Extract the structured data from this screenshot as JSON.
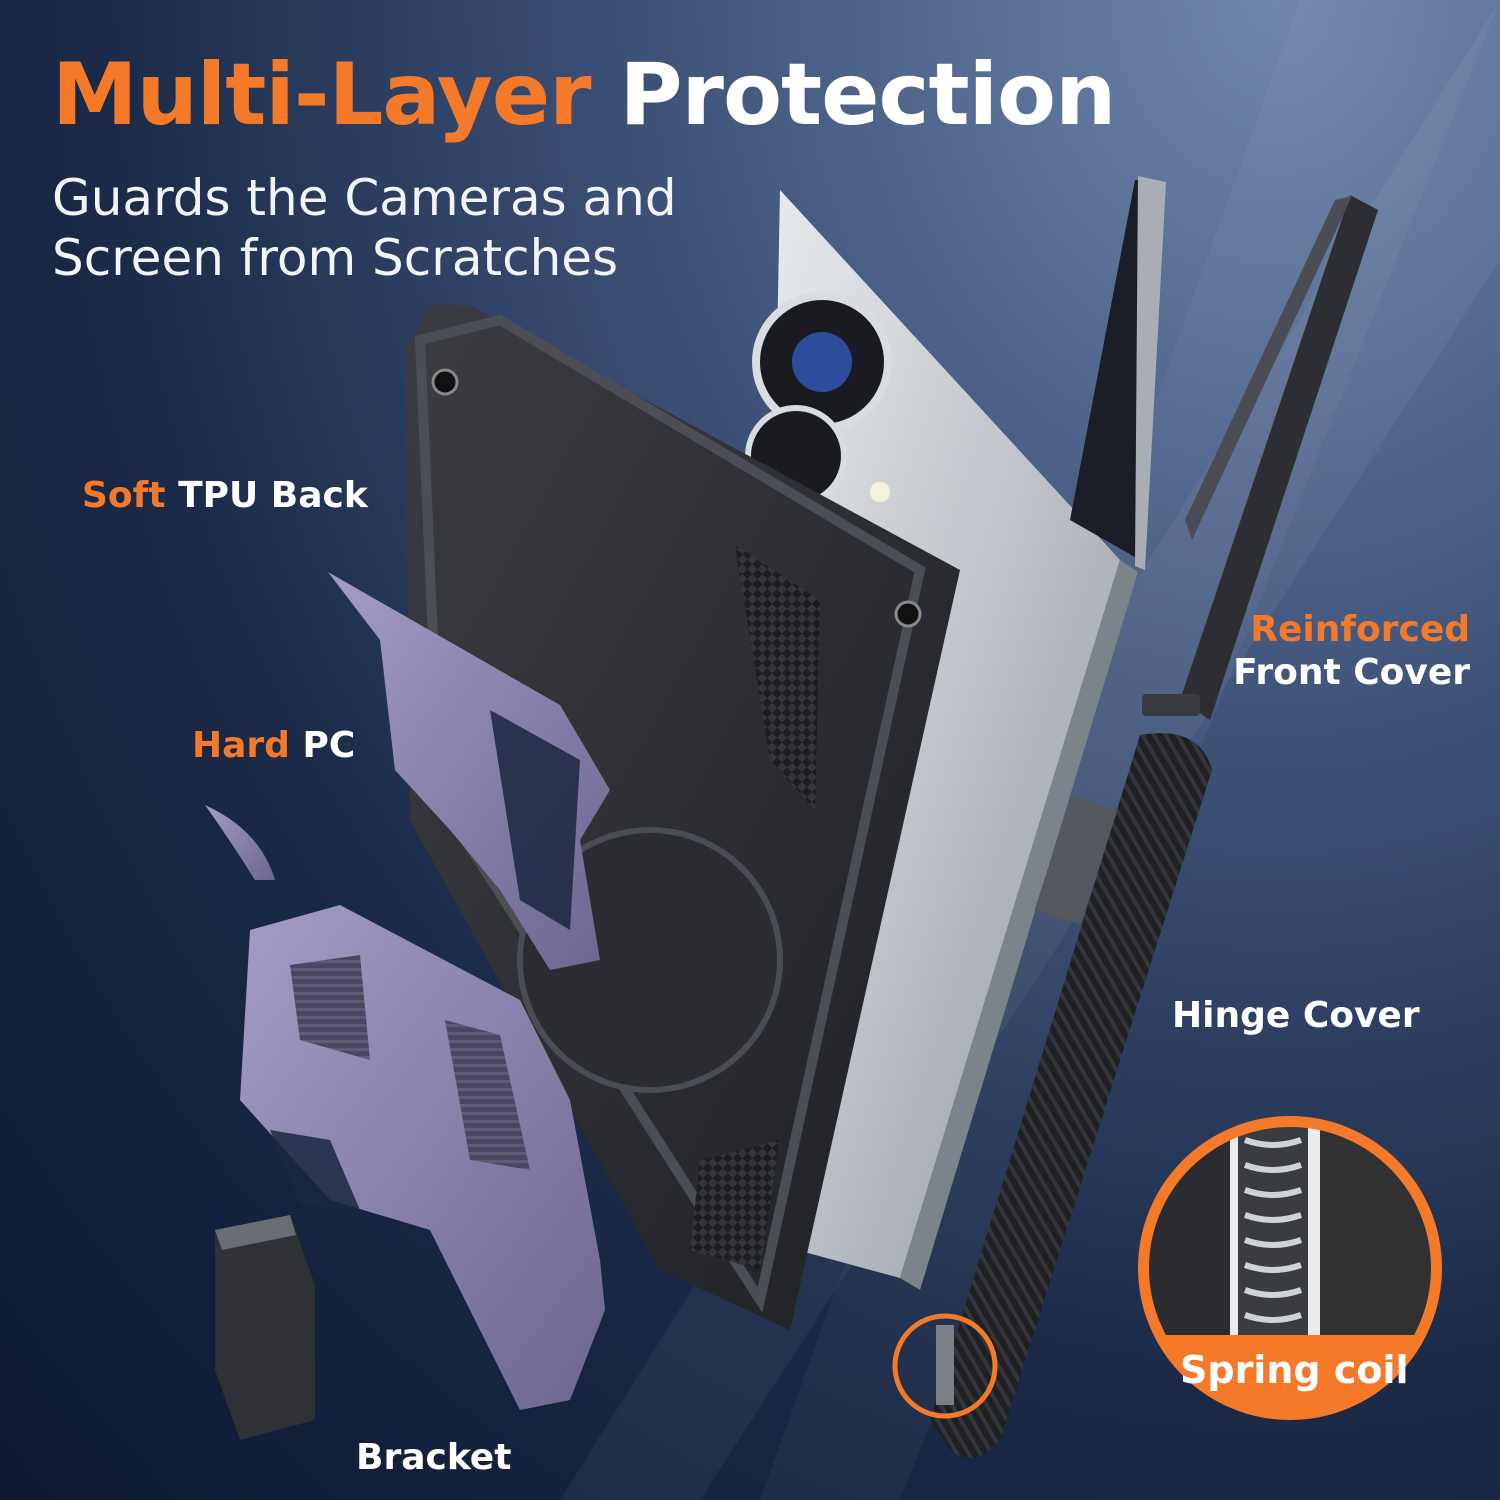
{
  "header": {
    "title_accent": "Multi-Layer",
    "title_rest": "Protection",
    "subtitle_line1": "Guards the Cameras and",
    "subtitle_line2": "Screen from Scratches"
  },
  "labels": {
    "soft_tpu_accent": "Soft",
    "soft_tpu_rest": "TPU Back",
    "hard_pc_accent": "Hard",
    "hard_pc_rest": "PC",
    "front_cover_accent": "Reinforced",
    "front_cover_rest": "Front Cover",
    "hinge_cover": "Hinge Cover",
    "bracket": "Bracket",
    "spring_coil": "Spring coil"
  },
  "colors": {
    "accent": "#f47a2a",
    "background_dark": "#0e1830",
    "background_light": "#6f86ad",
    "case_purple": "#8a84ad",
    "case_black": "#2a2c31",
    "phone_silver": "#c9cdd2"
  },
  "icons": [
    "zoom-circle-icon",
    "spring-coil-icon",
    "screw-icon"
  ]
}
